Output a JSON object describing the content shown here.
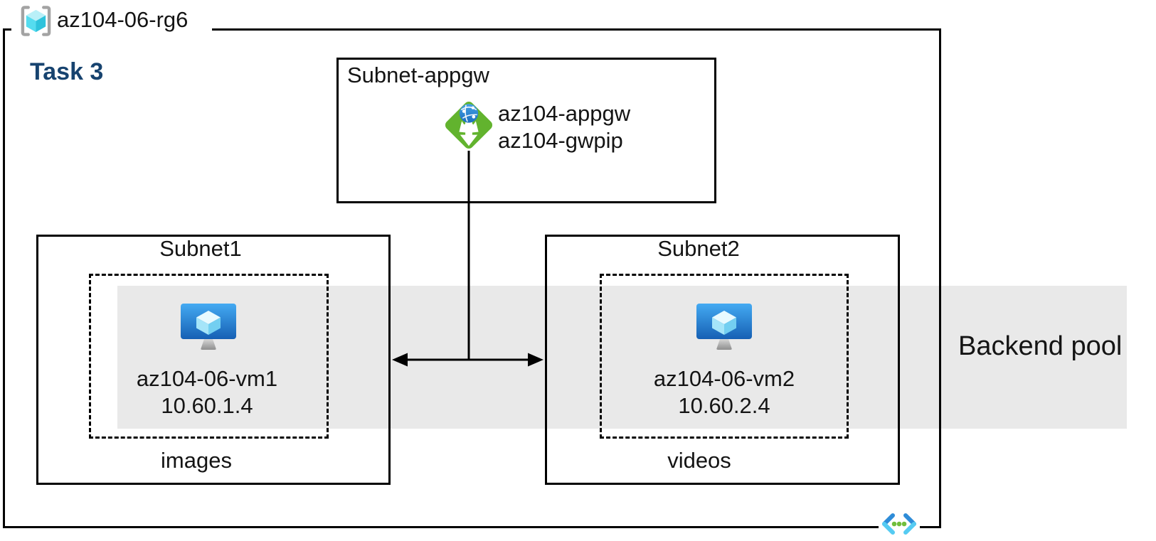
{
  "resource_group": {
    "label": "az104-06-rg6"
  },
  "task_label": "Task 3",
  "appgw_subnet": {
    "title": "Subnet-appgw",
    "gateway_name": "az104-appgw",
    "gateway_public_ip": "az104-gwpip"
  },
  "subnets": [
    {
      "title": "Subnet1",
      "vm_name": "az104-06-vm1",
      "vm_ip": "10.60.1.4",
      "caption": "images"
    },
    {
      "title": "Subnet2",
      "vm_name": "az104-06-vm2",
      "vm_ip": "10.60.2.4",
      "caption": "videos"
    }
  ],
  "backend_pool": {
    "label": "Backend pool"
  },
  "icons": {
    "resource_group": "resource-group-icon (gray brackets with cyan cube)",
    "application_gateway": "application-gateway-icon (green diamond, white arrows, blue globe)",
    "virtual_machine": "vm-icon (blue monitor with cyan cube)",
    "virtual_network": "virtual-network-icon (blue chevrons with green dots)"
  },
  "colors": {
    "line_black": "#000000",
    "task_text_blue": "#17436F",
    "backend_band_gray": "#E9E9E9",
    "gateway_green": "#62B32E",
    "globe_blue": "#2279C8",
    "vm_screen_blue": "#1763BE",
    "vnet_chevron_blue": "#2E8CD8",
    "vnet_chevron_cyan": "#55CBF2",
    "vnet_dot_green": "#70BE3C",
    "rg_bracket_gray": "#A3A3A3",
    "rg_cube_cyan": "#55DCEF"
  }
}
